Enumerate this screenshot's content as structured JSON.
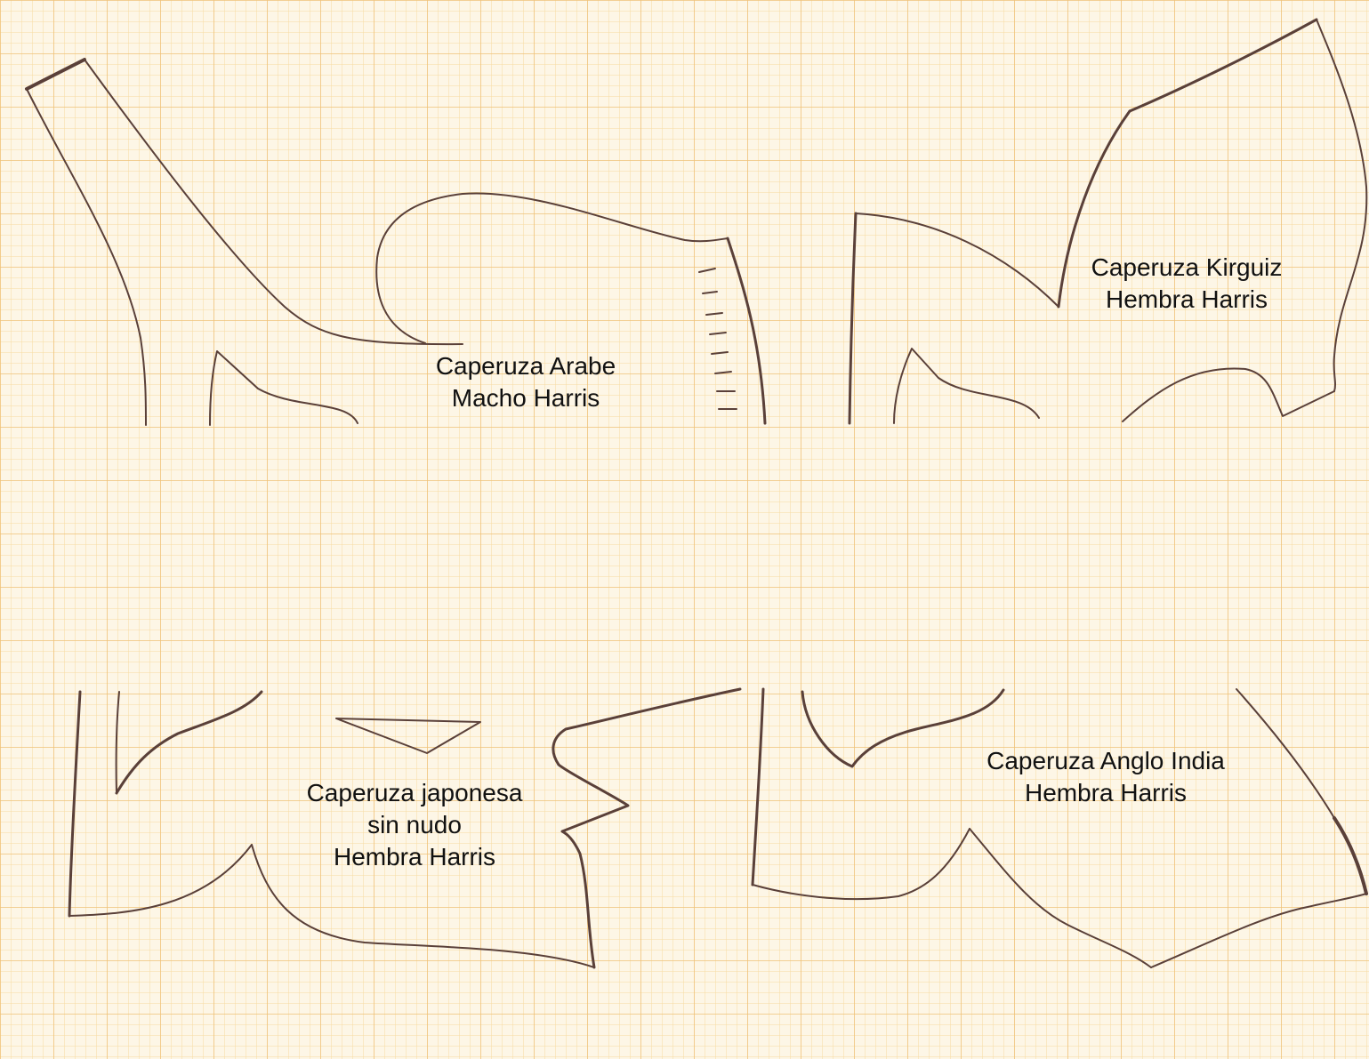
{
  "paper": {
    "background_color": "#fdf6e6",
    "fine_grid_color": "#f6dba0",
    "major_grid_color": "#efc278",
    "ink_color": "#5a4039"
  },
  "patterns": [
    {
      "id": "arabe",
      "lines": [
        "Caperuza Arabe",
        "Macho Harris"
      ]
    },
    {
      "id": "kirguiz",
      "lines": [
        "Caperuza Kirguiz",
        "Hembra Harris"
      ]
    },
    {
      "id": "japonesa",
      "lines": [
        "Caperuza japonesa",
        "sin nudo",
        "Hembra Harris"
      ]
    },
    {
      "id": "anglo",
      "lines": [
        "Caperuza Anglo India",
        "Hembra Harris"
      ]
    }
  ]
}
